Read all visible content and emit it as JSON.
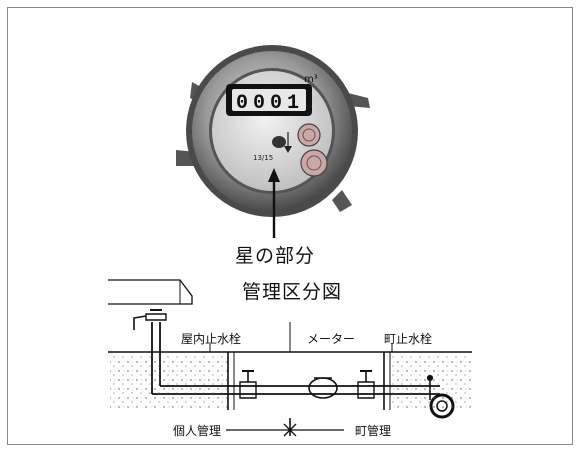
{
  "meter_photo": {
    "unit": "m³",
    "counter_digits": [
      "0",
      "0",
      "0",
      "1"
    ],
    "fraction_marks": "0.1",
    "serial": "13/15"
  },
  "labels": {
    "star_part": "星の部分",
    "diagram_title": "管理区分図",
    "indoor_valve": "屋内止水栓",
    "meter": "メーター",
    "town_valve": "町止水栓",
    "personal_management": "個人管理",
    "town_management": "町管理"
  }
}
